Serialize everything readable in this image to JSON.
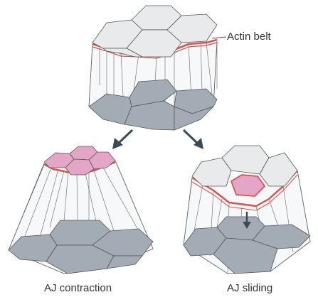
{
  "labels": {
    "actin_belt": "Actin belt",
    "aj_contraction": "AJ contraction",
    "aj_sliding": "AJ sliding"
  },
  "colors": {
    "top_face": "#e8eaec",
    "bottom_face": "#a3acb4",
    "actin": "#d9534f",
    "constricted_cell": "#e3a6c7",
    "arrow": "#3d4a57",
    "outline": "#555555"
  }
}
